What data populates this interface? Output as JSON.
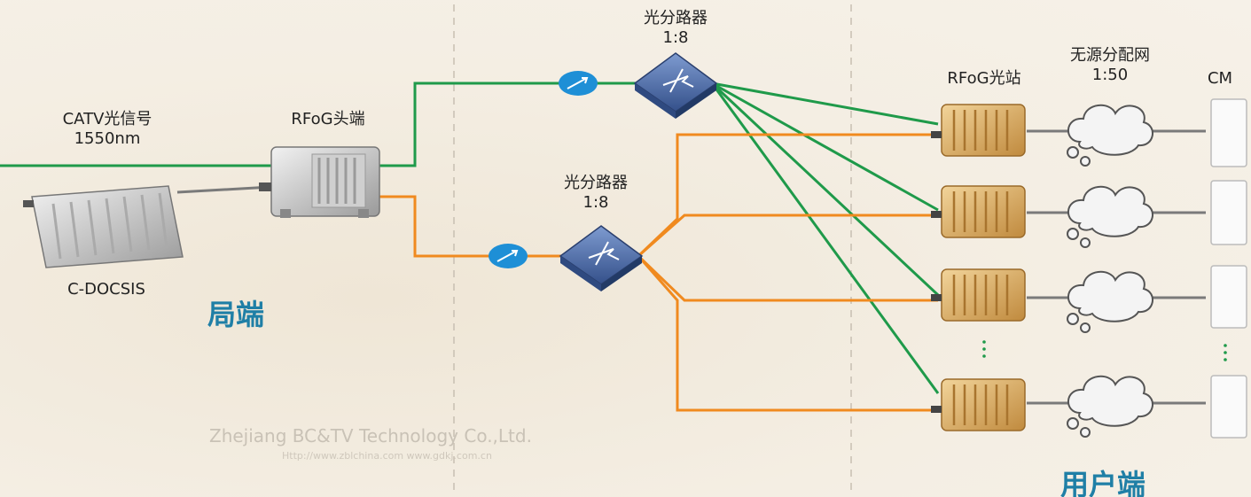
{
  "labels": {
    "catv_line1": "CATV光信号",
    "catv_line2": "1550nm",
    "cdocsis": "C-DOCSIS",
    "rfog_head": "RFoG头端",
    "splitter_top_line1": "光分路器",
    "splitter_top_line2": "1:8",
    "splitter_bottom_line1": "光分路器",
    "splitter_bottom_line2": "1:8",
    "rfog_station": "RFoG光站",
    "passive_line1": "无源分配网",
    "passive_line2": "1:50",
    "cm": "CM",
    "headend_region": "局端",
    "user_region": "用户端"
  },
  "watermark": {
    "company": "Zhejiang BC&TV Technology Co.,Ltd.",
    "urls": "Http://www.zblchina.com   www.gdkj.com.cn"
  },
  "colors": {
    "optical_green": "#1f9a4a",
    "rf_orange": "#f08a1f",
    "region_blue": "#1f7fa6",
    "splitter_blue": "#3d5f9e"
  },
  "icons": [
    "connector-icon",
    "splitter-icon",
    "rfog-station-icon",
    "cloud-network-icon",
    "cm-device-icon",
    "headend-device-icon",
    "cdocsis-device-icon"
  ]
}
